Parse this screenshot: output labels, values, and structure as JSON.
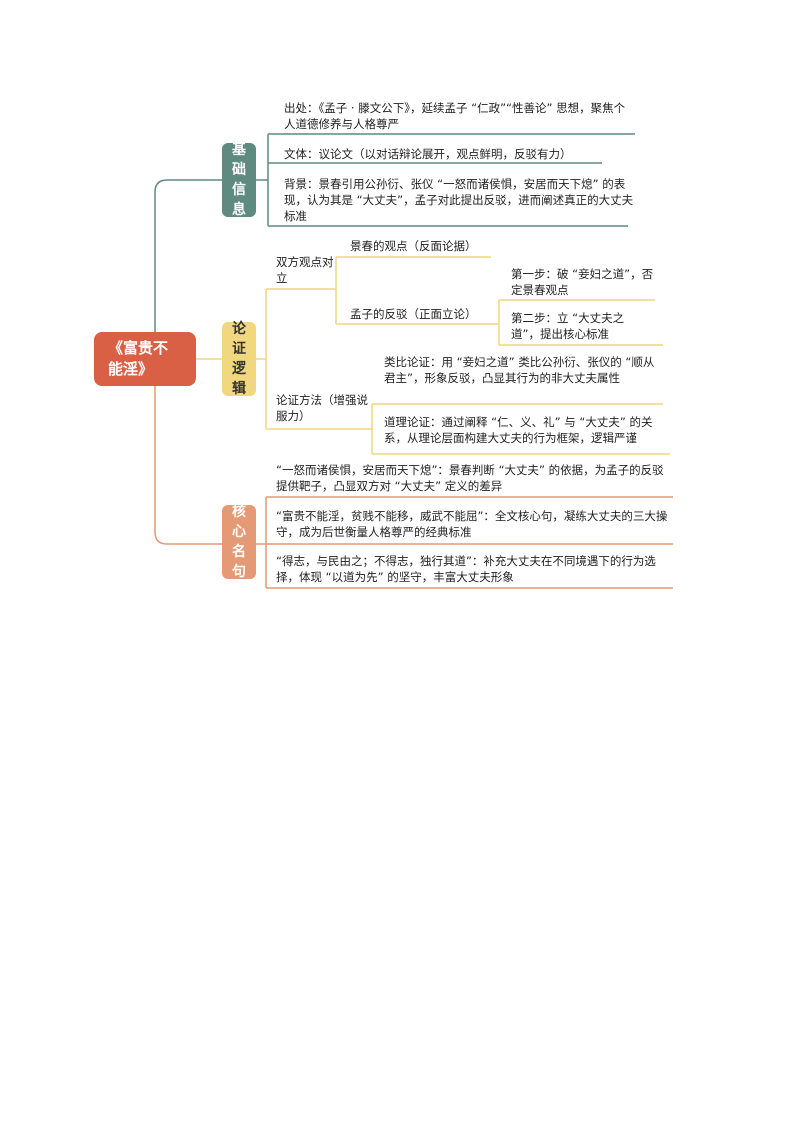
{
  "root": {
    "label": "《富贵不\n能淫》"
  },
  "branches": {
    "basic": {
      "label": "基\n础\n信\n息",
      "color": "#5e8a80",
      "items": [
        "出处：《孟子 · 滕文公下》，延续孟子 “仁政”“性善论” 思想，聚焦个人道德修养与人格尊严",
        "文体：议论文（以对话辩论展开，观点鲜明，反驳有力）",
        "背景：景春引用公孙衍、张仪 “一怒而诸侯惧，安居而天下熄” 的表现，认为其是 “大丈夫”，孟子对此提出反驳，进而阐述真正的大丈夫标准"
      ]
    },
    "logic": {
      "label": "论\n证\n逻\n辑",
      "color": "#f1d77e",
      "views": {
        "label": "双方观点对立",
        "jingchun": "景春的观点（反面论据）",
        "mencius": "孟子的反驳（正面立论）",
        "steps": [
          "第一步：破 “妾妇之道”，否定景春观点",
          "第二步：立 “大丈夫之道”，提出核心标准"
        ]
      },
      "methods": {
        "label": "论证方法（增强说服力）",
        "items": [
          "类比论证：用 “妾妇之道” 类比公孙衍、张仪的 “顺从君主”，形象反驳，凸显其行为的非大丈夫属性",
          "道理论证：通过阐释 “仁、义、礼” 与 “大丈夫” 的关系，从理论层面构建大丈夫的行为框架，逻辑严谨"
        ]
      }
    },
    "quotes": {
      "label": "核\n心\n名\n句",
      "color": "#e49a74",
      "items": [
        "“一怒而诸侯惧，安居而天下熄”：景春判断 “大丈夫” 的依据，为孟子的反驳提供靶子，凸显双方对 “大丈夫” 定义的差异",
        "“富贵不能淫，贫贱不能移，威武不能屈”：全文核心句，凝练大丈夫的三大操守，成为后世衡量人格尊严的经典标准",
        "“得志，与民由之；不得志，独行其道”：补充大丈夫在不同境遇下的行为选择，体现 “以道为先” 的坚守，丰富大丈夫形象"
      ]
    }
  }
}
